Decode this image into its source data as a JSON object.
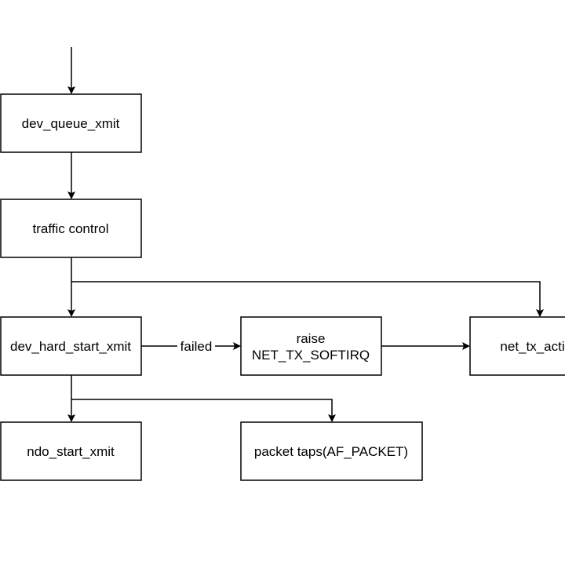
{
  "nodes": {
    "dev_queue_xmit": "dev_queue_xmit",
    "traffic_control": "traffic control",
    "dev_hard_start_xmit": "dev_hard_start_xmit",
    "raise_softirq_line1": "raise",
    "raise_softirq_line2": "NET_TX_SOFTIRQ",
    "net_tx_action": "net_tx_action",
    "ndo_start_xmit": "ndo_start_xmit",
    "packet_taps": "packet taps(AF_PACKET)"
  },
  "edges": {
    "failed_label": "failed"
  },
  "colors": {
    "stroke": "#000000",
    "fill": "#ffffff"
  }
}
